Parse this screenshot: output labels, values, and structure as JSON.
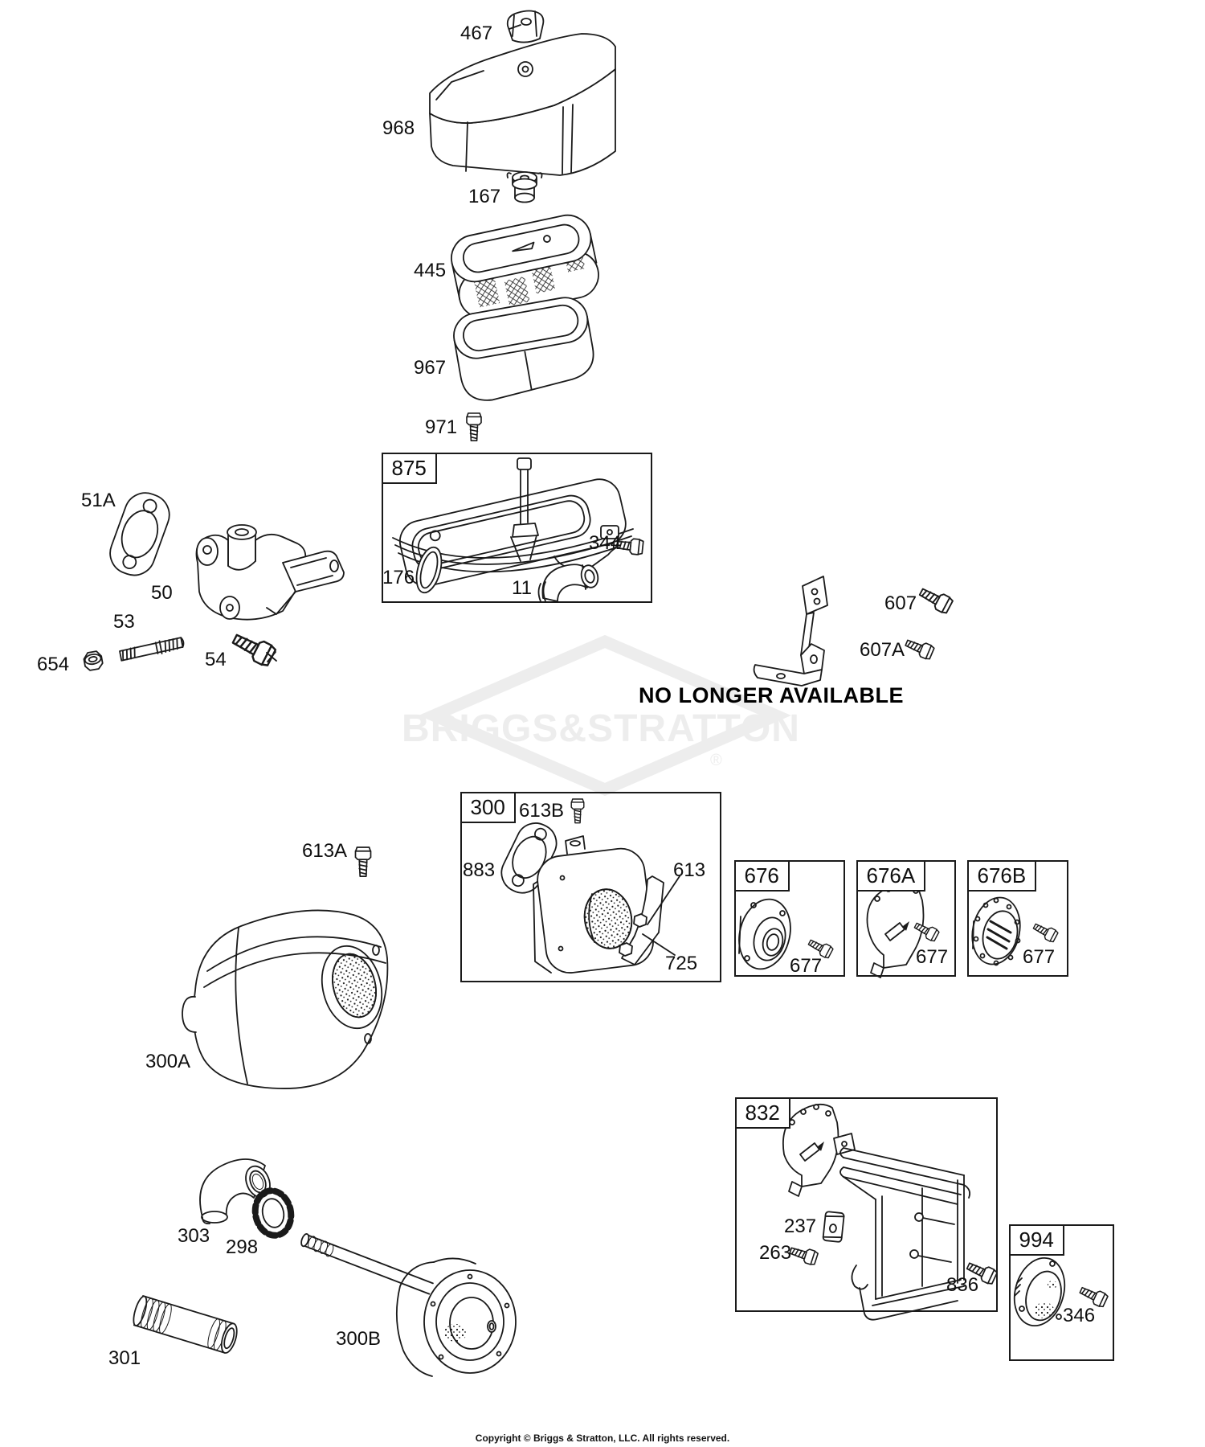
{
  "colors": {
    "line": "#1a1a1a",
    "watermark": "#ededed",
    "background": "#ffffff"
  },
  "watermark": {
    "brand": "BRIGGS&STRATTON",
    "registered_mark": "®"
  },
  "notices": {
    "no_longer_available": "NO LONGER AVAILABLE",
    "copyright": "Copyright © Briggs & Stratton, LLC. All rights reserved."
  },
  "boxes": {
    "b875": "875",
    "b300": "300",
    "b676": "676",
    "b676A": "676A",
    "b676B": "676B",
    "b832": "832",
    "b994": "994"
  },
  "parts": {
    "p467": "467",
    "p968": "968",
    "p167": "167",
    "p445": "445",
    "p967": "967",
    "p971": "971",
    "p344": "344",
    "p176": "176",
    "p11": "11",
    "p51A": "51A",
    "p50": "50",
    "p53": "53",
    "p654": "654",
    "p54": "54",
    "p607": "607",
    "p607A": "607A",
    "p613B": "613B",
    "p883": "883",
    "p613": "613",
    "p725": "725",
    "p613A": "613A",
    "p300A": "300A",
    "p677": "677",
    "p237": "237",
    "p263": "263",
    "p836": "836",
    "p346": "346",
    "p303": "303",
    "p298": "298",
    "p301": "301",
    "p300B": "300B"
  }
}
